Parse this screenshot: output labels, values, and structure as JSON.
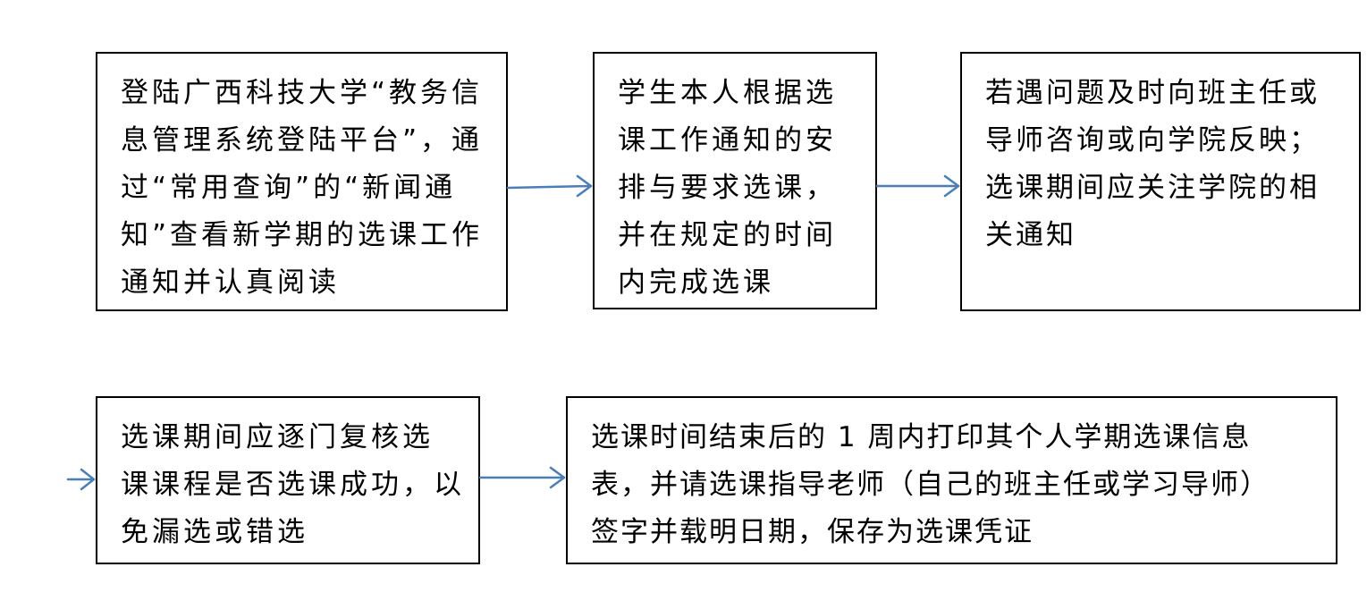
{
  "steps": [
    {
      "id": "step-1",
      "text": "登陆广西科技大学“教务信\n息管理系统登陆平台”，通\n过“常用查询”的“新闻通\n知”查看新学期的选课工作\n通知并认真阅读"
    },
    {
      "id": "step-2",
      "text": "学生本人根据选\n课工作通知的安\n排与要求选课，\n并在规定的时间\n内完成选课"
    },
    {
      "id": "step-3",
      "text": "若遇问题及时向班主任或\n导师咨询或向学院反映；\n选课期间应关注学院的相\n关通知"
    },
    {
      "id": "step-4",
      "text": "选课期间应逐门复核选\n课课程是否选课成功，以\n免漏选或错选"
    },
    {
      "id": "step-5",
      "text": "选课时间结束后的 1 周内打印其个人学期选课信息\n表，并请选课指导老师（自己的班主任或学习导师）\n签字并载明日期，保存为选课凭证"
    }
  ],
  "colors": {
    "arrow": "#4A7EBB",
    "border": "#000000",
    "text": "#000000"
  }
}
